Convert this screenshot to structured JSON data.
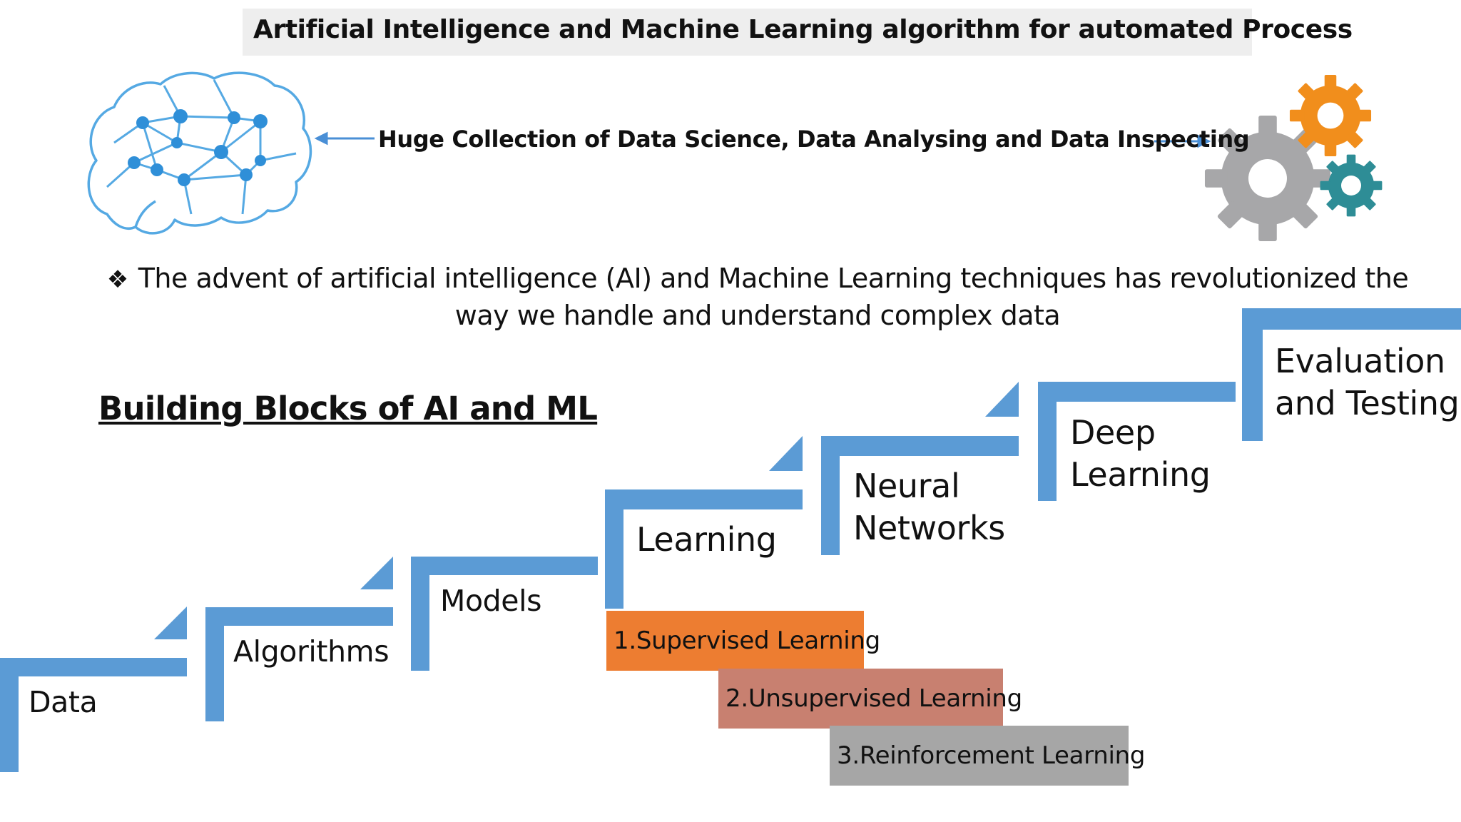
{
  "header": {
    "title": "Artificial Intelligence and Machine Learning algorithm for automated Process",
    "collection": "Huge Collection of Data Science, Data Analysing and Data Inspecting"
  },
  "intro": {
    "bullet_glyph": "❖",
    "text": "The advent of artificial intelligence (AI) and Machine Learning techniques has revolutionized the way we handle and understand complex data"
  },
  "building_blocks": {
    "heading": "Building Blocks of AI and ML",
    "steps": [
      {
        "id": "data",
        "label": "Data"
      },
      {
        "id": "algorithms",
        "label": "Algorithms"
      },
      {
        "id": "models",
        "label": "Models"
      },
      {
        "id": "learning",
        "label": "Learning"
      },
      {
        "id": "neural-networks",
        "label": "Neural Networks"
      },
      {
        "id": "deep-learning",
        "label": "Deep Learning"
      },
      {
        "id": "evaluation",
        "label": "Evaluation and Testing"
      }
    ],
    "learning_types": [
      {
        "label": "1.Supervised Learning",
        "color": "#ed7d31"
      },
      {
        "label": "2.Unsupervised Learning",
        "color": "#c88070"
      },
      {
        "label": "3.Reinforcement Learning",
        "color": "#a6a6a6"
      }
    ]
  },
  "colors": {
    "step_blue": "#5b9bd5",
    "brain_blue": "#2f8fd8",
    "gear_orange": "#f18e1c",
    "gear_gray": "#a7a7a9",
    "gear_teal": "#2e8d96"
  },
  "icons": [
    "brain-network-icon",
    "gears-icon",
    "left-arrow-icon",
    "right-arrow-icon"
  ]
}
